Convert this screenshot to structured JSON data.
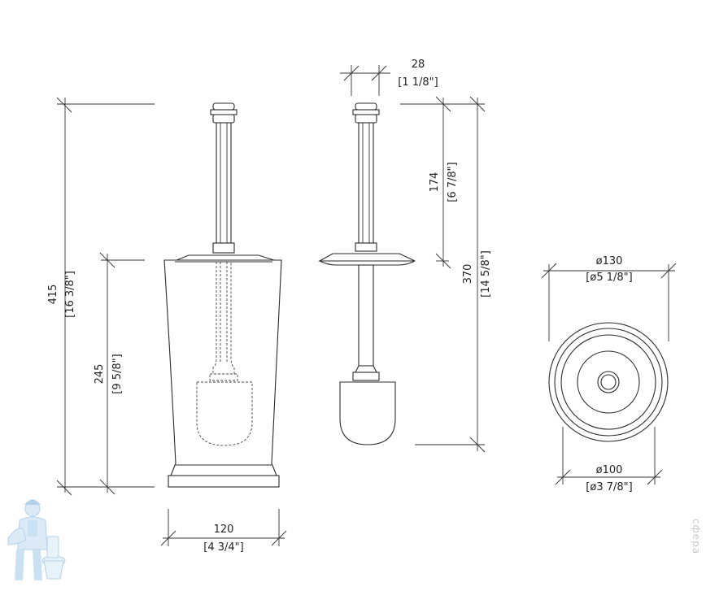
{
  "dimensions": {
    "overall_height": {
      "mm": "415",
      "inch": "[16 3/8\"]"
    },
    "bowl_height": {
      "mm": "245",
      "inch": "[9 5/8\"]"
    },
    "base_width": {
      "mm": "120",
      "inch": "[4 3/4\"]"
    },
    "handle_diameter": {
      "mm": "28",
      "inch": "[1 1/8\"]"
    },
    "handle_length": {
      "mm": "174",
      "inch": "[6 7/8\"]"
    },
    "brush_length": {
      "mm": "370",
      "inch": "[14 5/8\"]"
    },
    "top_diameter": {
      "mm": "ø130",
      "inch": "[ø5 1/8\"]"
    },
    "base_diameter": {
      "mm": "ø100",
      "inch": "[ø3 7/8\"]"
    }
  },
  "watermark": "сфера",
  "colors": {
    "line": "#2b2b2b",
    "background": "#ffffff",
    "logo": "#b9d7ee"
  }
}
